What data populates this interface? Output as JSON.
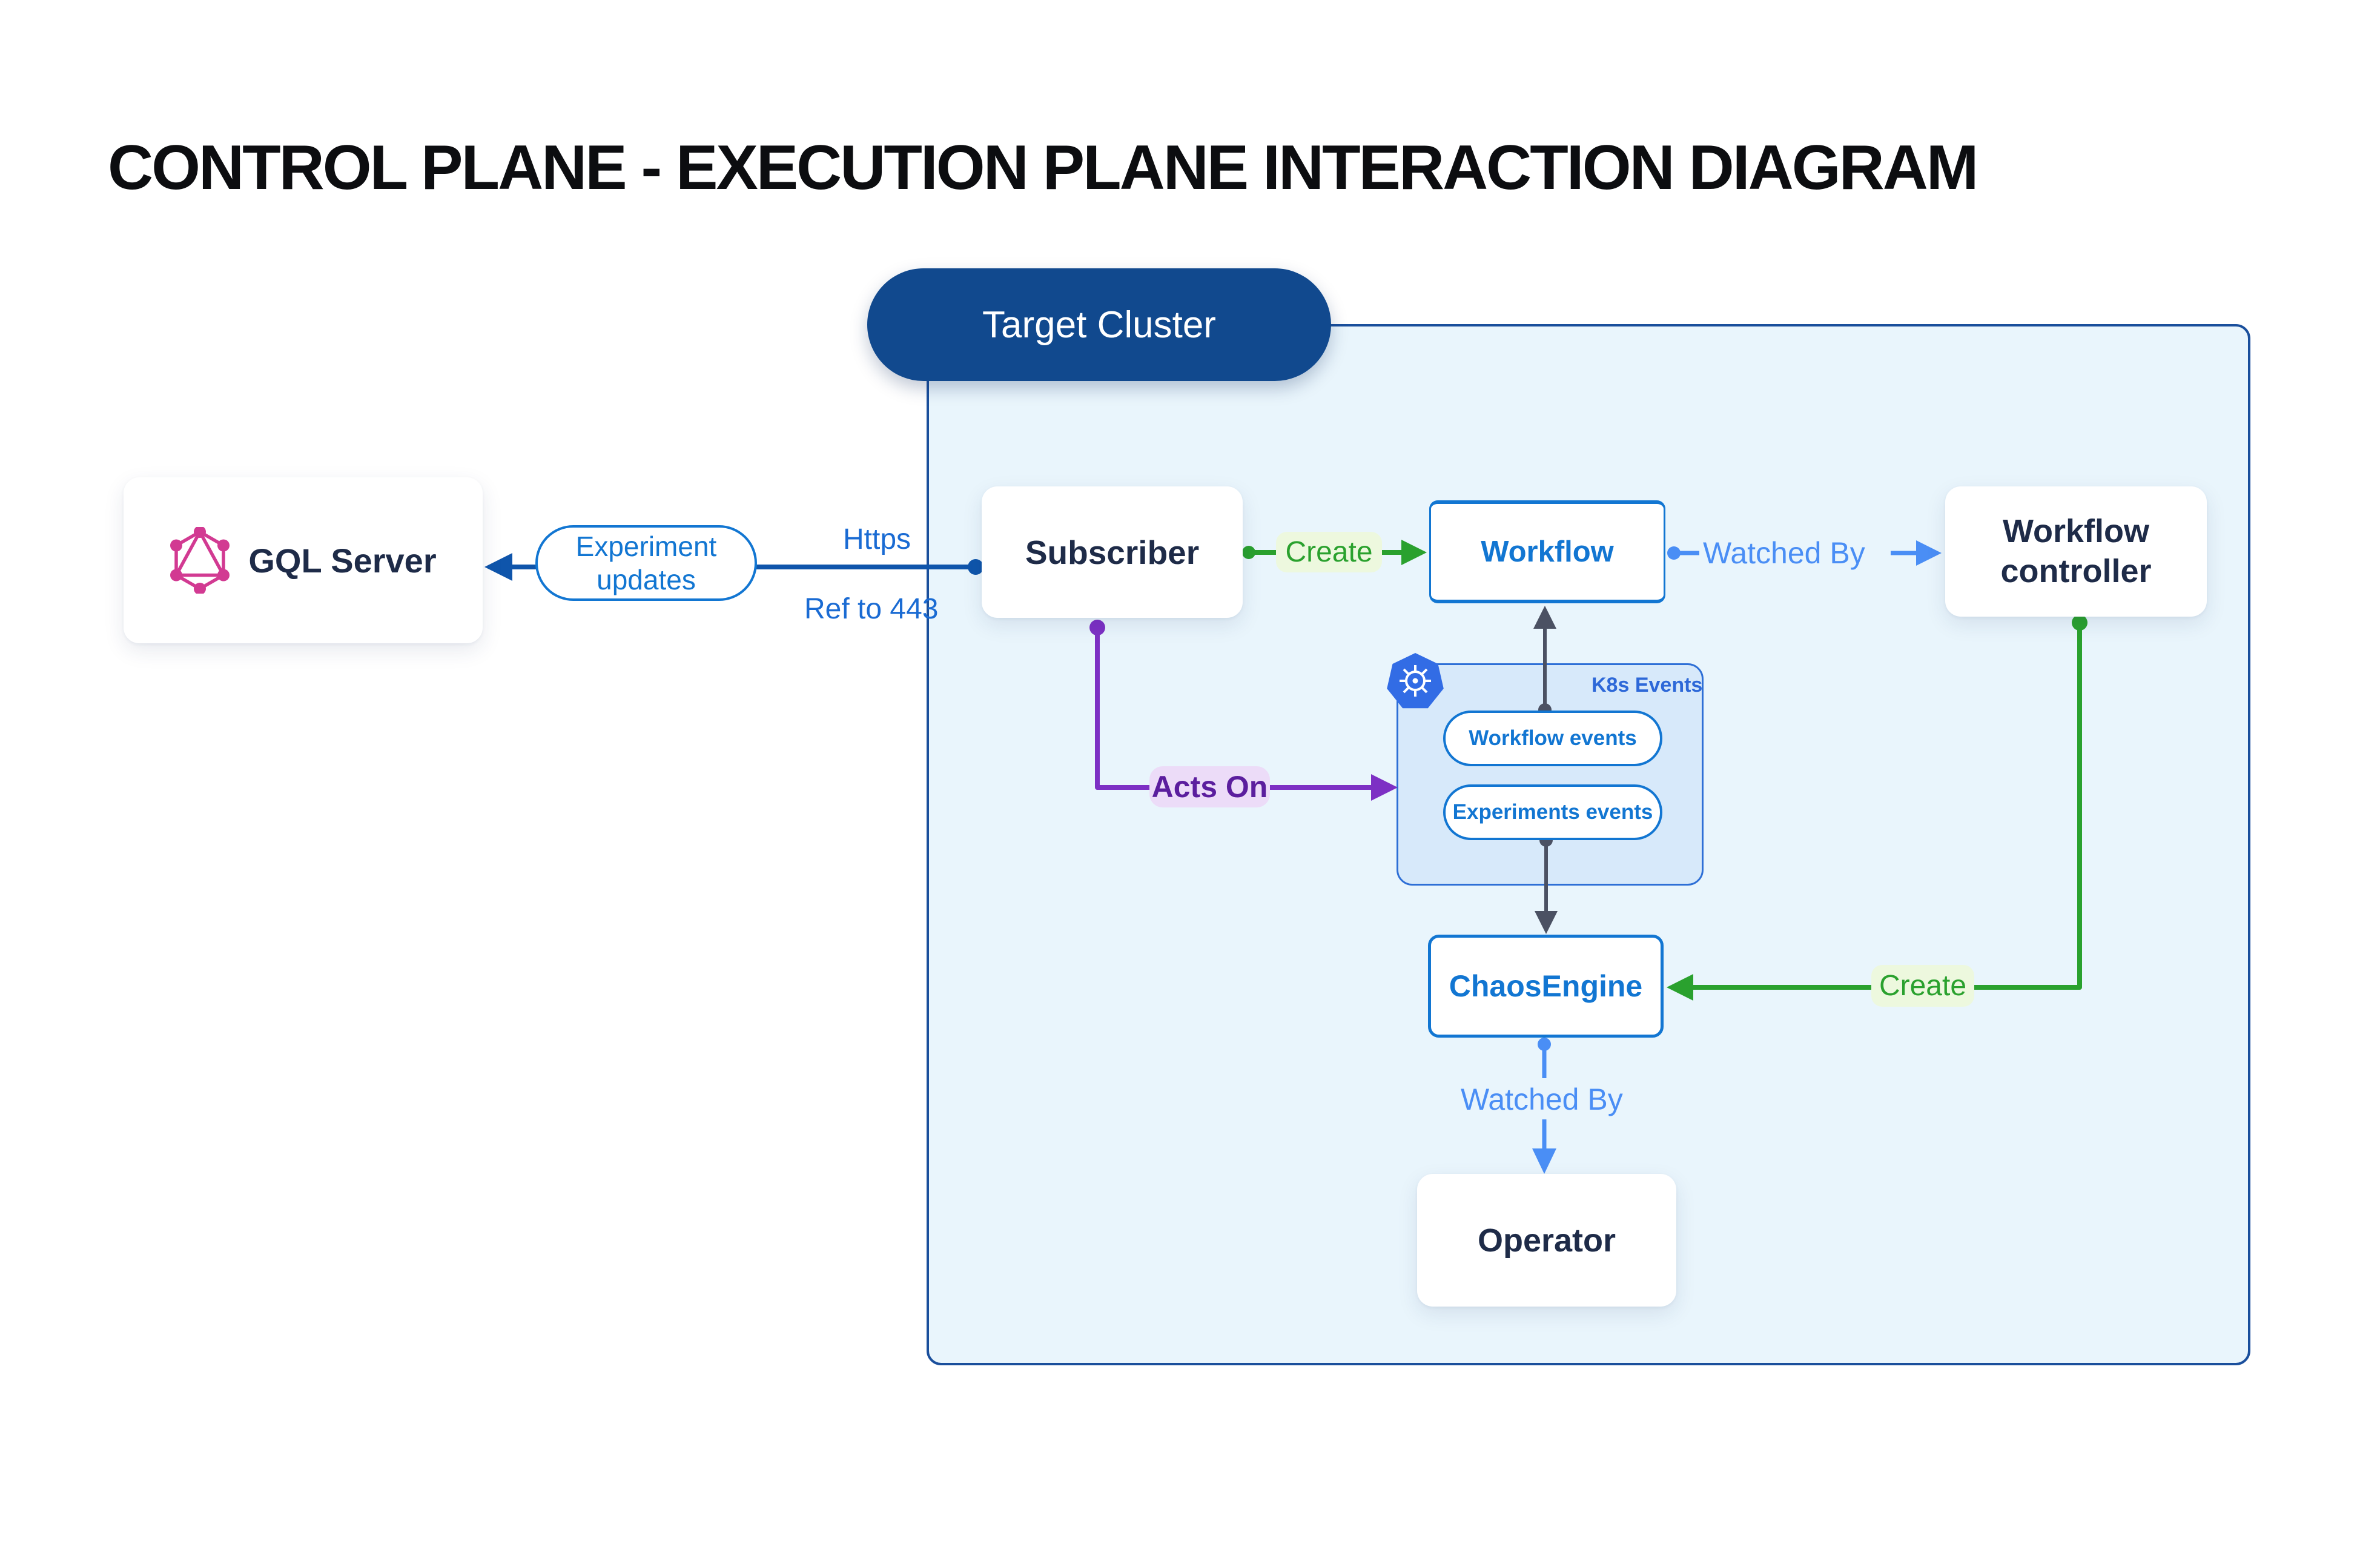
{
  "title": "CONTROL PLANE - EXECUTION PLANE INTERACTION DIAGRAM",
  "target_cluster": {
    "label": "Target Cluster"
  },
  "nodes": {
    "gql_server": {
      "label": "GQL Server",
      "icon": "graphql-icon"
    },
    "subscriber": {
      "label": "Subscriber"
    },
    "workflow": {
      "label": "Workflow"
    },
    "workflow_controller": {
      "label": "Workflow controller"
    },
    "chaos_engine": {
      "label": "ChaosEngine"
    },
    "operator": {
      "label": "Operator"
    }
  },
  "k8s_events": {
    "label": "K8s Events",
    "icon": "kubernetes-icon",
    "events": [
      {
        "label": "Workflow events"
      },
      {
        "label": "Experiments events"
      }
    ]
  },
  "edges": {
    "experiment_updates": {
      "label": "Experiment updates"
    },
    "https": {
      "label": "Https"
    },
    "ref_to_443": {
      "label": "Ref to 443"
    },
    "create_workflow": {
      "label": "Create"
    },
    "watched_by_workflow": {
      "label": "Watched By"
    },
    "acts_on": {
      "label": "Acts On"
    },
    "create_chaosengine": {
      "label": "Create"
    },
    "watched_by_operator": {
      "label": "Watched By"
    }
  },
  "colors": {
    "accent_blue": "#1276d2",
    "cluster_fill": "#e9f5fc",
    "cluster_border": "#1a4f9c",
    "pill_dark_blue": "#11498e",
    "link_dark_blue": "#0f55ab",
    "light_blue": "#4a8ef5",
    "green": "#2aa12e",
    "green_tag_bg": "#edf8de",
    "purple": "#7d30c4",
    "purple_tag_bg": "#ecdcf8",
    "dark_gray": "#4b5163",
    "navy_text": "#1e2b48",
    "graphql_pink": "#d23a92",
    "kubernetes_blue": "#326ce5",
    "k8s_box_fill": "#d7e9fa"
  }
}
